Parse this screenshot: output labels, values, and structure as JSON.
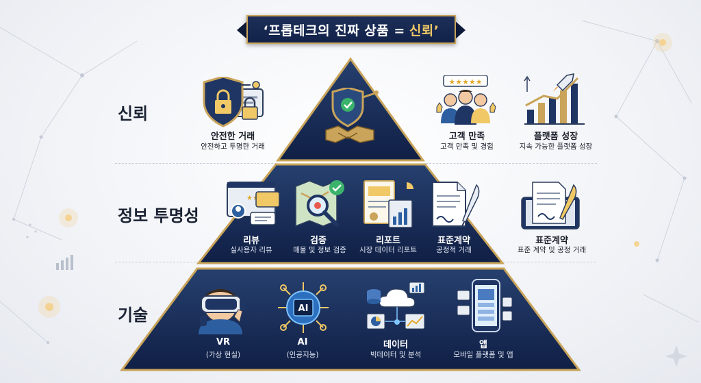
{
  "title": {
    "main": "‘프롭테크의 진짜 상품 =",
    "accent": "신뢰’"
  },
  "levels": {
    "trust": "신뢰",
    "transparency": "정보 투명성",
    "technology": "기술"
  },
  "trust_items": {
    "safe": {
      "title": "안전한 거래",
      "sub": "안전하고 투명한 거래",
      "icon": "shield-lock-icon"
    },
    "center": {
      "icon": "handshake-shield-icon"
    },
    "satisfaction": {
      "title": "고객 만족",
      "sub": "고객 만족 및 경험",
      "icon": "satisfied-customers-icon"
    },
    "growth": {
      "title": "플랫폼 성장",
      "sub": "지속 가능한 플랫폼 성장",
      "icon": "rocket-growth-chart-icon"
    }
  },
  "transparency_items": {
    "review": {
      "title": "리뷰",
      "sub": "실사용자 리뷰",
      "icon": "review-chat-icon"
    },
    "verify": {
      "title": "검증",
      "sub": "매물 및 정보 검증",
      "icon": "map-magnifier-check-icon"
    },
    "report": {
      "title": "리포트",
      "sub": "시장 데이터 리포트",
      "icon": "report-chart-icon"
    },
    "contract": {
      "title": "표준계약",
      "sub": "공정적 거래",
      "icon": "contract-quill-icon"
    },
    "contract_outer": {
      "title": "표준계약",
      "sub": "표준 계약 및 공정 거래",
      "icon": "tablet-contract-icon"
    }
  },
  "tech_items": {
    "vr": {
      "title": "VR",
      "sub": "(가상 현실)",
      "icon": "vr-headset-icon"
    },
    "ai": {
      "title": "AI",
      "sub": "(인공지능)",
      "icon": "ai-chip-brain-icon"
    },
    "data": {
      "title": "데이터",
      "sub": "빅데이터 및 분석",
      "icon": "big-data-cloud-icon"
    },
    "app": {
      "title": "앱",
      "sub": "모바일 플랫폼 및 앱",
      "icon": "mobile-app-icon"
    }
  },
  "colors": {
    "navy": "#142650",
    "navy_light": "#26406f",
    "gold": "#c9a45a",
    "text_dark": "#1b1f2a"
  },
  "stars": "★★★★★"
}
